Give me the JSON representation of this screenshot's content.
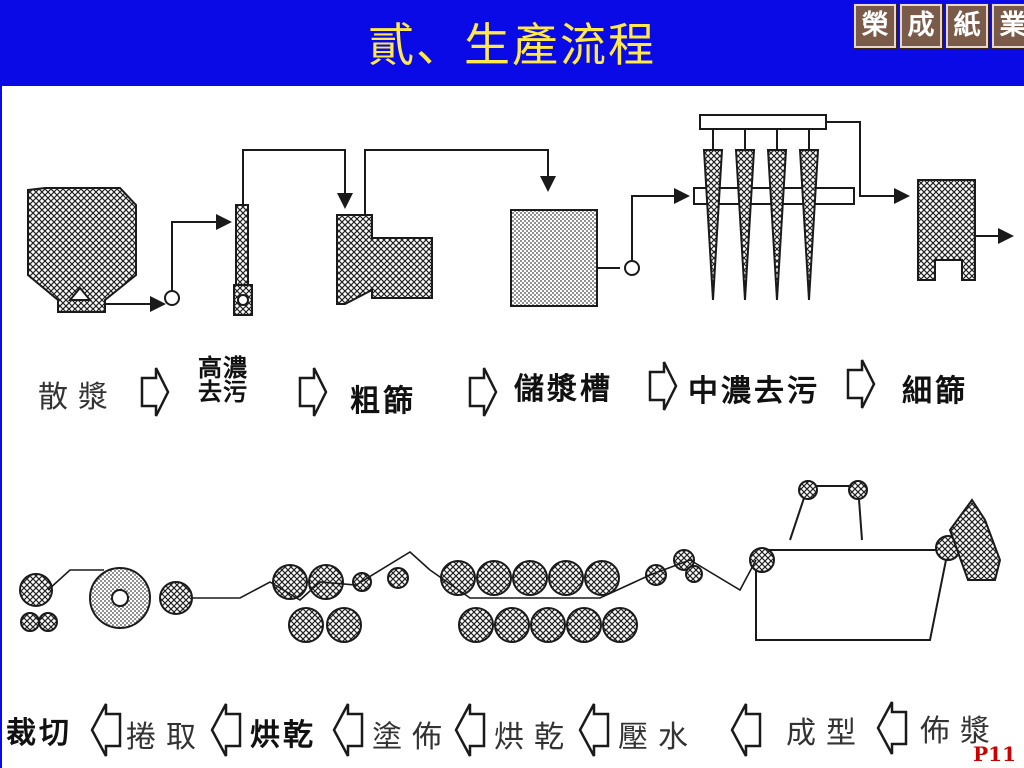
{
  "slide": {
    "title": "貳、生產流程",
    "logo": [
      "榮",
      "成",
      "紙",
      "業"
    ],
    "page_number": "P11"
  },
  "top_flow": {
    "steps": [
      {
        "label": "散漿"
      },
      {
        "label_line1": "高濃",
        "label_line2": "去污"
      },
      {
        "label": "粗篩"
      },
      {
        "label": "儲漿槽"
      },
      {
        "label": "中濃去污"
      },
      {
        "label": "細篩"
      }
    ]
  },
  "bottom_flow": {
    "steps": [
      {
        "label": "裁切"
      },
      {
        "label": "捲取"
      },
      {
        "label": "烘乾"
      },
      {
        "label": "塗佈"
      },
      {
        "label": "烘乾"
      },
      {
        "label": "壓水"
      },
      {
        "label": "成型"
      },
      {
        "label": "佈漿"
      }
    ]
  },
  "colors": {
    "title_bar": "#0a0ae6",
    "title_text": "#ffe94a",
    "logo_bg": "#7a5a48",
    "page_number": "#cc0000",
    "diagram_ink": "#1a1a1a"
  }
}
